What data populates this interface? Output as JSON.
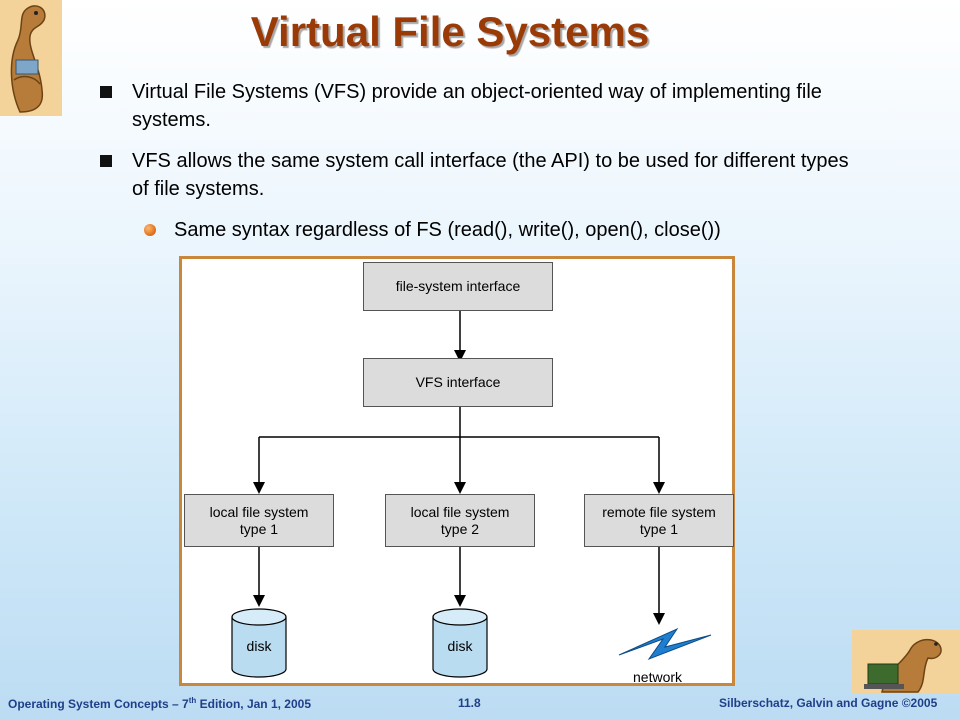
{
  "title": "Virtual File Systems",
  "bullets": [
    "Virtual File Systems (VFS) provide an object-oriented way of implementing file systems.",
    "VFS allows the same system call interface (the API) to be used for different types of file systems."
  ],
  "sub_bullet": "Same syntax regardless of FS (read(), write(), open(), close())",
  "diagram": {
    "fs_interface": "file-system interface",
    "vfs_interface": "VFS interface",
    "local_type1": "local file system\ntype 1",
    "local_type2": "local file system\ntype 2",
    "remote_type1": "remote file system\ntype 1",
    "disk1": "disk",
    "disk2": "disk",
    "network": "network"
  },
  "footer": {
    "left_prefix": "Operating System Concepts – 7",
    "left_sup": "th",
    "left_suffix": " Edition, Jan 1, 2005",
    "page": "11.8",
    "right": "Silberschatz, Galvin and Gagne ©2005"
  },
  "colors": {
    "title": "#9a3a06",
    "figure_border": "#c8873a",
    "box_fill": "#dcdcdc",
    "disk_fill": "#b9dcf1",
    "network_bolt": "#1e7fd0",
    "footer_text": "#1f3f8a"
  },
  "icons": {
    "top_left": "dinosaur-icon",
    "bottom_right": "dinosaur-laptop-icon"
  }
}
